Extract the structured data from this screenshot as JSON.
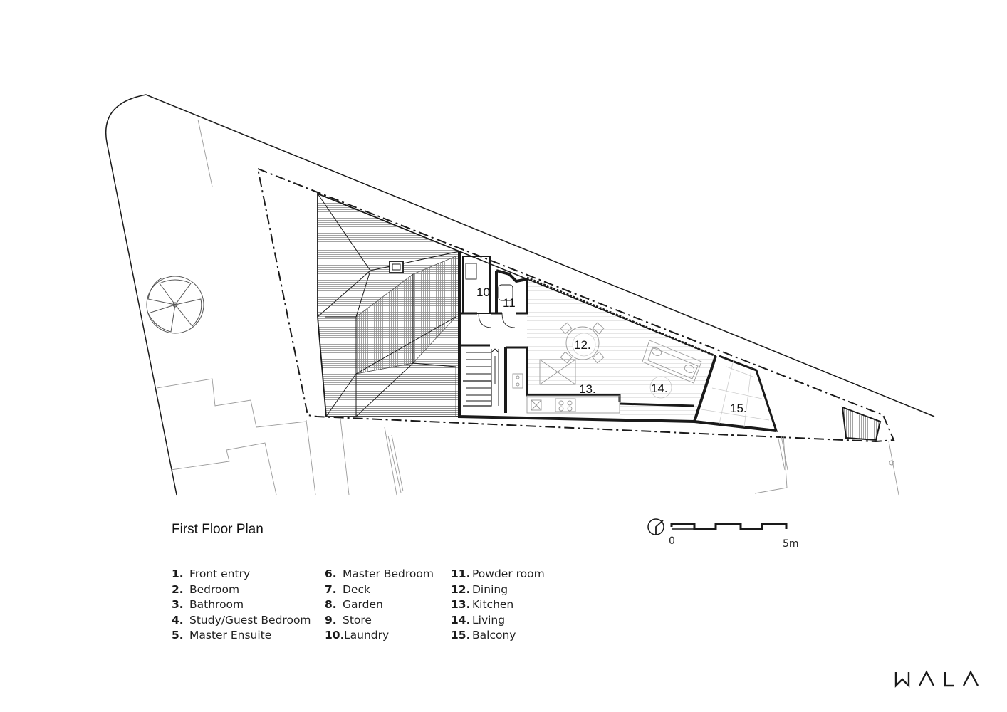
{
  "title": "First Floor Plan",
  "rooms_on_plan": [
    {
      "num": "10",
      "label": "10"
    },
    {
      "num": "11",
      "label": "11"
    },
    {
      "num": "12",
      "label": "12."
    },
    {
      "num": "13",
      "label": "13."
    },
    {
      "num": "14",
      "label": "14."
    },
    {
      "num": "15",
      "label": "15."
    }
  ],
  "legend": {
    "col1": [
      {
        "num": "1.",
        "label": "Front entry"
      },
      {
        "num": "2.",
        "label": "Bedroom"
      },
      {
        "num": "3.",
        "label": "Bathroom"
      },
      {
        "num": "4.",
        "label": "Study/Guest Bedroom"
      },
      {
        "num": "5.",
        "label": "Master Ensuite"
      }
    ],
    "col2": [
      {
        "num": "6.",
        "label": "Master Bedroom"
      },
      {
        "num": "7.",
        "label": "Deck"
      },
      {
        "num": "8.",
        "label": "Garden"
      },
      {
        "num": "9.",
        "label": "Store"
      },
      {
        "num": "10.",
        "label": "Laundry"
      }
    ],
    "col3": [
      {
        "num": "11.",
        "label": "Powder room"
      },
      {
        "num": "12.",
        "label": "Dining"
      },
      {
        "num": "13.",
        "label": "Kitchen"
      },
      {
        "num": "14.",
        "label": "Living"
      },
      {
        "num": "15.",
        "label": "Balcony"
      }
    ]
  },
  "scale": {
    "start": "0",
    "end": "5m"
  },
  "brand": "WALA",
  "colors": {
    "line": "#1a1a1a",
    "light": "#9a9a9a",
    "hatch": "#8c8c8c"
  }
}
